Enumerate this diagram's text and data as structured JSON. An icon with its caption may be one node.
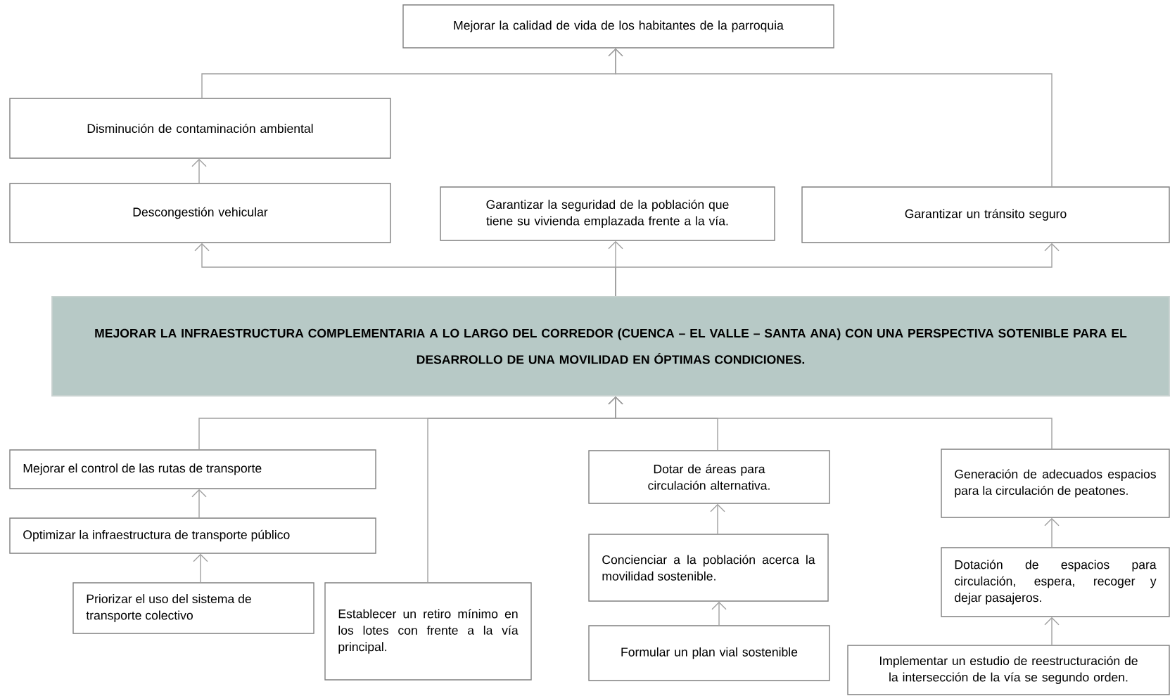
{
  "diagram": {
    "nodes": [
      {
        "text": [
          "Mejorar la calidad de vida de los habitantes de la parroquia"
        ]
      },
      {
        "text": [
          "Disminución de contaminación ambiental"
        ]
      },
      {
        "text": [
          "Descongestión vehicular"
        ]
      },
      {
        "text": [
          "Garantizar la seguridad de la población que tiene su vivienda emplazada frente a la vía."
        ]
      },
      {
        "text": [
          "Garantizar un tránsito seguro"
        ]
      },
      {
        "text": [
          "MEJORAR LA INFRAESTRUCTURA COMPLEMENTARIA A LO LARGO DEL CORREDOR (CUENCA – EL VALLE – SANTA ANA) CON UNA PERSPECTIVA SOTENIBLE PARA EL DESARROLLO DE UNA MOVILIDAD EN ÓPTIMAS CONDICIONES."
        ]
      },
      {
        "text": [
          "Mejorar el control de las rutas de transporte"
        ]
      },
      {
        "text": [
          "Optimizar la infraestructura de transporte público"
        ]
      },
      {
        "text": [
          "Priorizar el uso del sistema de transporte colectivo"
        ]
      },
      {
        "text": [
          "Establecer un retiro mínimo en los lotes con frente a la vía principal."
        ]
      },
      {
        "text": [
          "Dotar de áreas para circulación alternativa."
        ]
      },
      {
        "text": [
          "Concienciar a la población acerca la movilidad sostenible."
        ]
      },
      {
        "text": [
          "Formular un plan vial sostenible"
        ]
      },
      {
        "text": [
          "Generación de adecuados espacios para la circulación de peatones."
        ]
      },
      {
        "text": [
          "Dotación de espacios para circulación, espera, recoger y dejar pasajeros."
        ]
      },
      {
        "text": [
          "Implementar un estudio de reestructuración de la intersección de la vía se segundo orden."
        ]
      }
    ],
    "edges": [
      {
        "from": 1,
        "to": 0,
        "arrow": "to"
      },
      {
        "from": 4,
        "to": 0,
        "arrow": "to"
      },
      {
        "from": 2,
        "to": 1,
        "arrow": "to"
      },
      {
        "from": 5,
        "to": 2,
        "arrow": "to"
      },
      {
        "from": 5,
        "to": 3,
        "arrow": "to"
      },
      {
        "from": 5,
        "to": 4,
        "arrow": "to"
      },
      {
        "from": 6,
        "to": 5,
        "arrow": "to"
      },
      {
        "from": 9,
        "to": 5,
        "arrow": "to"
      },
      {
        "from": 10,
        "to": 5,
        "arrow": "to"
      },
      {
        "from": 13,
        "to": 5,
        "arrow": "to"
      },
      {
        "from": 7,
        "to": 6,
        "arrow": "to"
      },
      {
        "from": 8,
        "to": 7,
        "arrow": "to"
      },
      {
        "from": 11,
        "to": 10,
        "arrow": "to"
      },
      {
        "from": 12,
        "to": 11,
        "arrow": "to"
      },
      {
        "from": 14,
        "to": 13,
        "arrow": "to"
      },
      {
        "from": 15,
        "to": 14,
        "arrow": "to"
      }
    ]
  }
}
